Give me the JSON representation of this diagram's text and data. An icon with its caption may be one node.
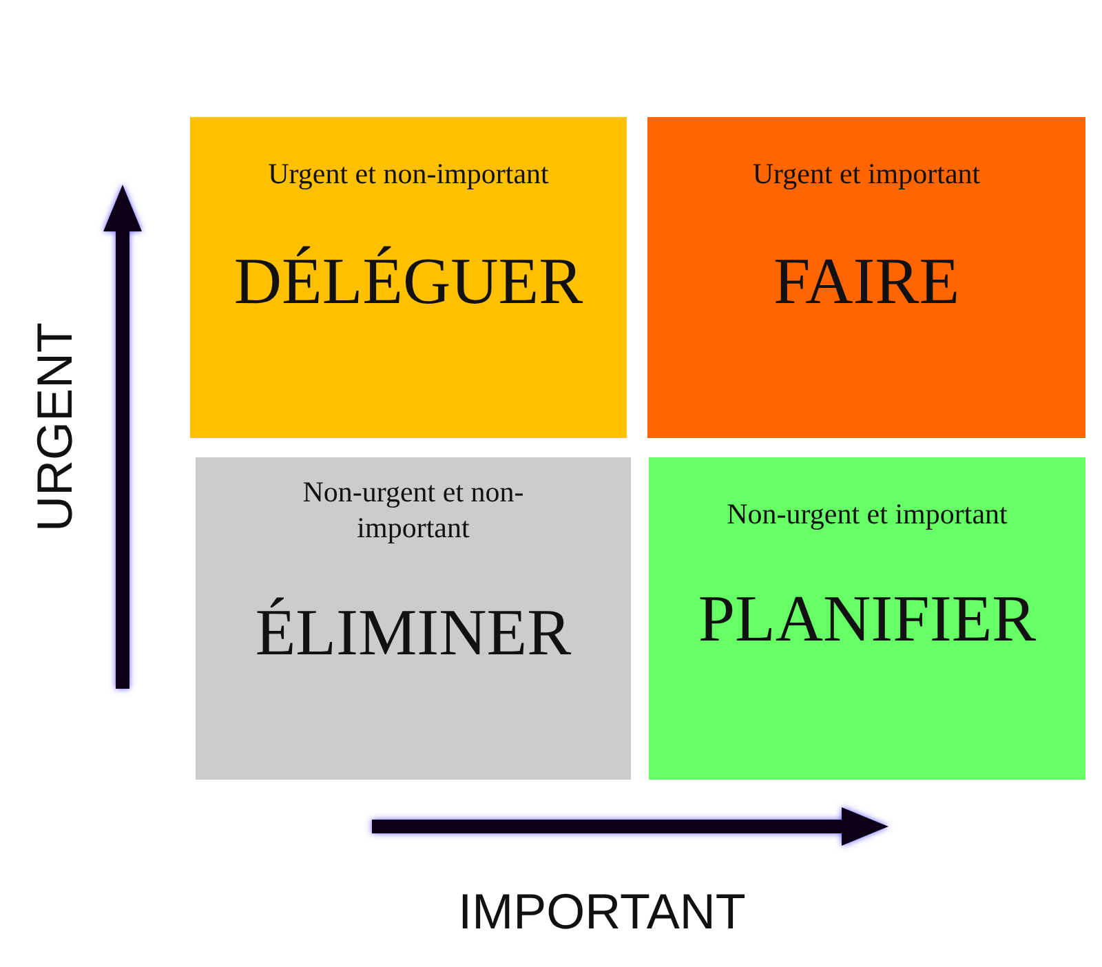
{
  "diagram": {
    "nodes": [
      {
        "text": [
          "Urgent et non-important",
          "DÉLÉGUER"
        ]
      },
      {
        "text": [
          "Urgent et important",
          "FAIRE"
        ]
      },
      {
        "text": [
          "Non-urgent et non-important",
          "ÉLIMINER"
        ]
      },
      {
        "text": [
          "Non-urgent et important",
          "PLANIFIER"
        ]
      }
    ],
    "labels": [
      "URGENT",
      "IMPORTANT"
    ]
  }
}
